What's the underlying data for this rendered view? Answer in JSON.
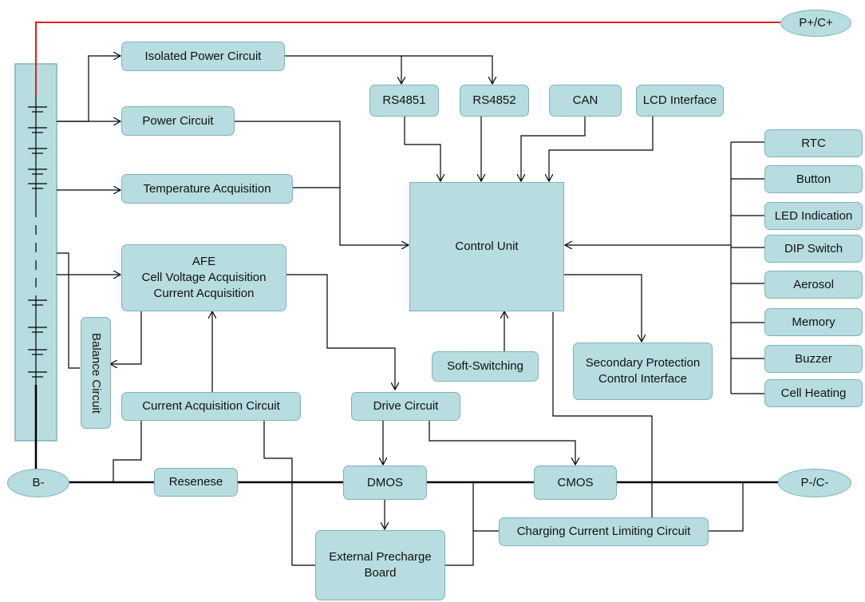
{
  "terminals": {
    "p_plus_c_plus": "P+/C+",
    "b_minus": "B-",
    "p_minus_c_minus": "P-/C-"
  },
  "blocks": {
    "isolated_power": "Isolated Power Circuit",
    "power": "Power Circuit",
    "temperature": "Temperature Acquisition",
    "afe": [
      "AFE",
      "Cell Voltage Acquisition",
      "Current Acquisition"
    ],
    "balance": "Balance Circuit",
    "current_acq": "Current Acquisition Circuit",
    "resenese": "Resenese",
    "dmos": "DMOS",
    "cmos": "CMOS",
    "precharge": [
      "External Precharge",
      "Board"
    ],
    "charging_limit": "Charging Current Limiting Circuit",
    "drive": "Drive Circuit",
    "soft_switching": "Soft-Switching",
    "control_unit": "Control Unit",
    "secondary_protection": [
      "Secondary Protection",
      "Control Interface"
    ],
    "rs4851": "RS4851",
    "rs4852": "RS4852",
    "can": "CAN",
    "lcd": "LCD Interface"
  },
  "peripherals": [
    "RTC",
    "Button",
    "LED Indication",
    "DIP Switch",
    "Aerosol",
    "Memory",
    "Buzzer",
    "Cell Heating"
  ],
  "colors": {
    "box_fill": "#b7dde0",
    "box_border": "#7fb2b8",
    "positive_line": "#e02020",
    "wire": "#000000"
  }
}
